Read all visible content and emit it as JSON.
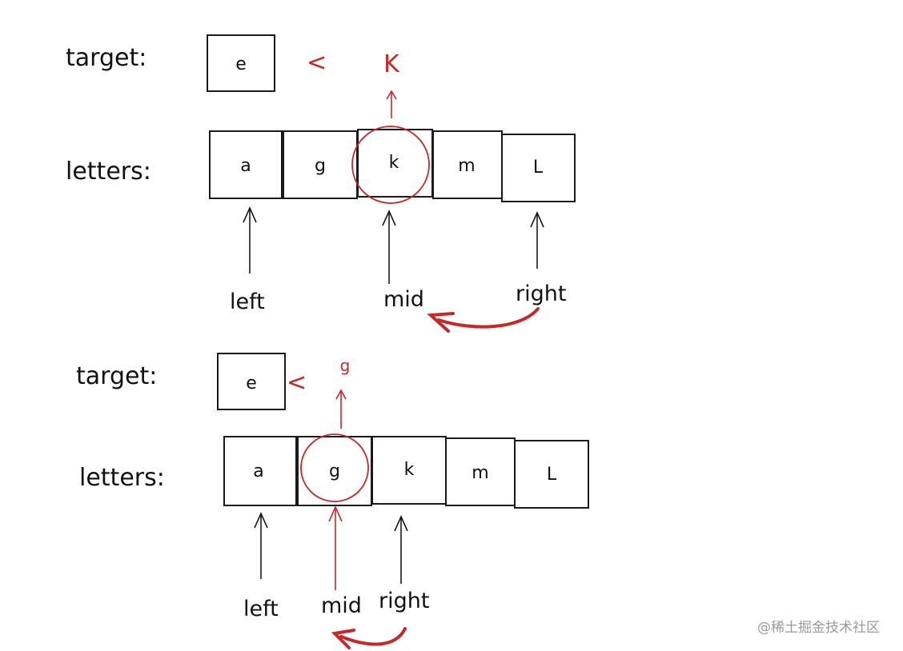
{
  "step1": {
    "target_label": "target:",
    "target_value": "e",
    "compare_symbol": "<",
    "mid_value": "K",
    "letters_label": "letters:",
    "cells": [
      "a",
      "g",
      "k",
      "m",
      "L"
    ],
    "pointers": {
      "left": "left",
      "mid": "mid",
      "right": "right"
    }
  },
  "step2": {
    "target_label": "target:",
    "target_value": "e",
    "compare_symbol": "<",
    "mid_value": "g",
    "letters_label": "letters:",
    "cells": [
      "a",
      "g",
      "k",
      "m",
      "L"
    ],
    "pointers": {
      "left": "left",
      "mid": "mid",
      "right": "right"
    }
  },
  "watermark": "@稀土掘金技术社区",
  "colors": {
    "ink": "#1a1a1a",
    "highlight": "#c62828",
    "watermark": "#9a9a9a"
  }
}
